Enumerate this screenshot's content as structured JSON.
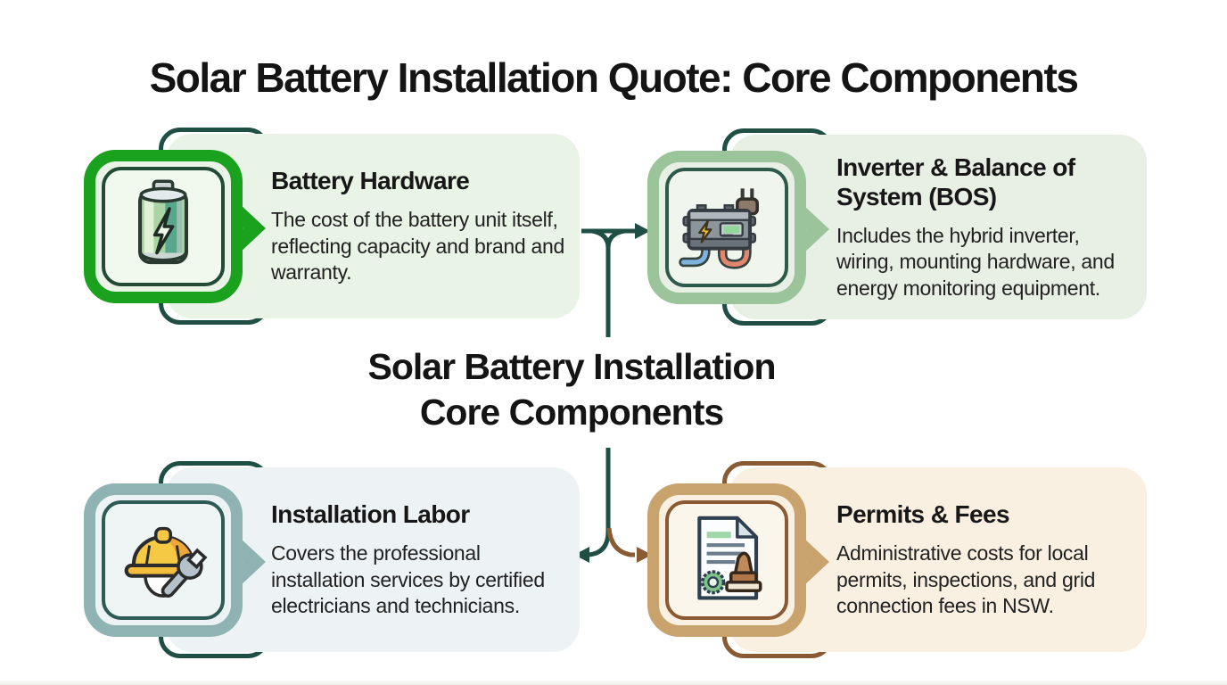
{
  "header": {
    "title": "Solar Battery Installation Quote: Core Components"
  },
  "center_label": {
    "line1": "Solar Battery Installation",
    "line2": "Core Components"
  },
  "cards": [
    {
      "title": "Battery Hardware",
      "description": "The cost of the battery unit itself, reflecting capacity and brand and warranty.",
      "icon": "battery-icon",
      "colors": {
        "accent": "#1aa11e",
        "outline": "#1f4f44",
        "panel_bg": "#e9f3e6",
        "inner_border": "#224a35"
      }
    },
    {
      "title": "Inverter & Balance of System (BOS)",
      "description": "Includes the hybrid inverter, wiring, mounting hardware, and energy monitoring equipment.",
      "icon": "inverter-icon",
      "colors": {
        "accent": "#9cc49a",
        "outline": "#1f4f44",
        "panel_bg": "#e8f0e6",
        "inner_border": "#2d5a4a"
      }
    },
    {
      "title": "Installation Labor",
      "description": "Covers the professional installation services by certified electricians and technicians.",
      "icon": "hardhat-wrench-icon",
      "colors": {
        "accent": "#8fb3b3",
        "outline": "#1f4f44",
        "panel_bg": "#edf3f4",
        "inner_border": "#2d5a52"
      }
    },
    {
      "title": "Permits & Fees",
      "description": "Administrative costs for local permits, inspections, and grid connection fees in NSW.",
      "icon": "document-stamp-icon",
      "colors": {
        "accent": "#c9a36d",
        "outline": "#8a5a33",
        "panel_bg": "#faf0e1",
        "inner_border": "#8a5a33"
      }
    }
  ],
  "connectors": {
    "teal": "#1f4f44",
    "brown": "#8a5a33"
  }
}
